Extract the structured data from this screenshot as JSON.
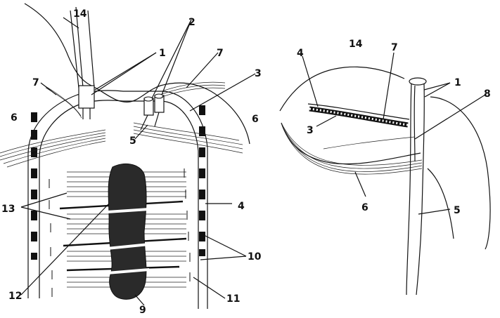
{
  "left_panel": {
    "labels": {
      "l1": "1",
      "l2": "2",
      "l3": "3",
      "l4": "4",
      "l5": "5",
      "l6a": "6",
      "l6b": "6",
      "l7a": "7",
      "l7b": "7",
      "l9": "9",
      "l10": "10",
      "l11": "11",
      "l12": "12",
      "l13": "13",
      "l14": "14"
    }
  },
  "right_panel": {
    "labels": {
      "r1": "1",
      "r3": "3",
      "r4": "4",
      "r5": "5",
      "r6": "6",
      "r7": "7",
      "r8": "8",
      "r14": "14"
    }
  }
}
